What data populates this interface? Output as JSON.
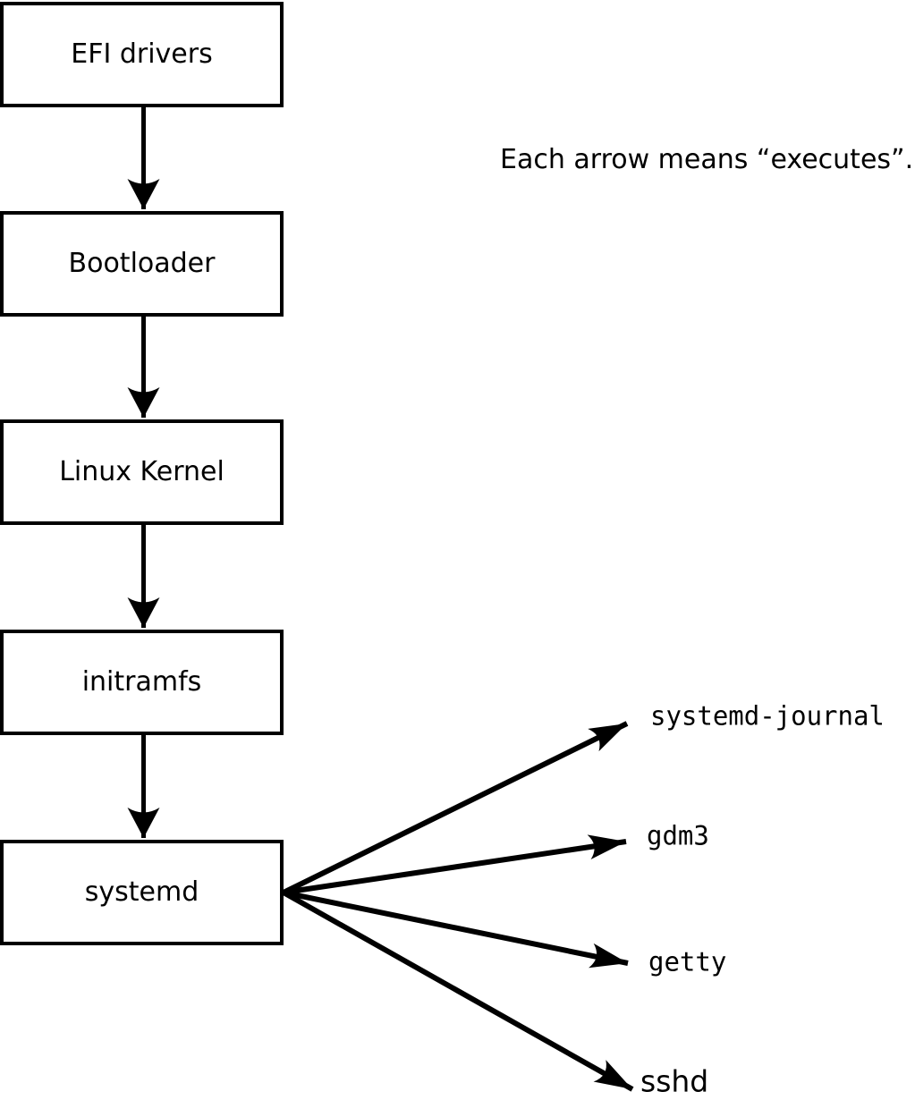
{
  "note": "Each arrow means “executes”.",
  "flow_nodes": [
    "EFI drivers",
    "Bootloader",
    "Linux Kernel",
    "initramfs",
    "systemd"
  ],
  "services": [
    "systemd-journal",
    "gdm3",
    "getty",
    "sshd"
  ],
  "edges": [
    {
      "from": "EFI drivers",
      "to": "Bootloader"
    },
    {
      "from": "Bootloader",
      "to": "Linux Kernel"
    },
    {
      "from": "Linux Kernel",
      "to": "initramfs"
    },
    {
      "from": "initramfs",
      "to": "systemd"
    },
    {
      "from": "systemd",
      "to": "systemd-journal"
    },
    {
      "from": "systemd",
      "to": "gdm3"
    },
    {
      "from": "systemd",
      "to": "getty"
    },
    {
      "from": "systemd",
      "to": "sshd"
    }
  ],
  "colors": {
    "background": "#ffffff",
    "line": "#000000",
    "text": "#000000"
  }
}
